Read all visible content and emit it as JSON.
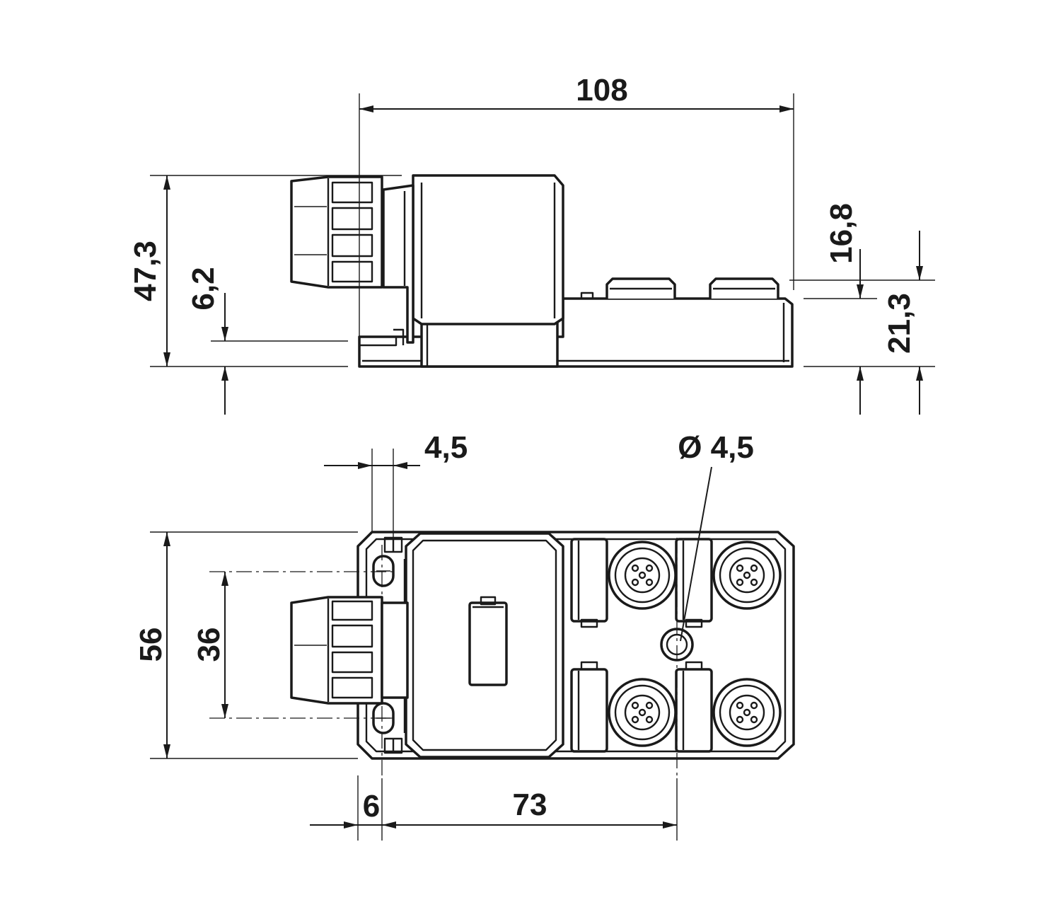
{
  "drawing": {
    "side_view": {
      "overall_length": "108",
      "overall_height": "47,3",
      "flange_height": "6,2",
      "connector_height": "16,8",
      "body_height": "21,3"
    },
    "top_view": {
      "flange_thickness": "4,5",
      "hole_diameter": "Ø 4,5",
      "overall_width": "56",
      "hole_spacing": "36",
      "flange_offset": "6",
      "hole_distance": "73"
    }
  }
}
